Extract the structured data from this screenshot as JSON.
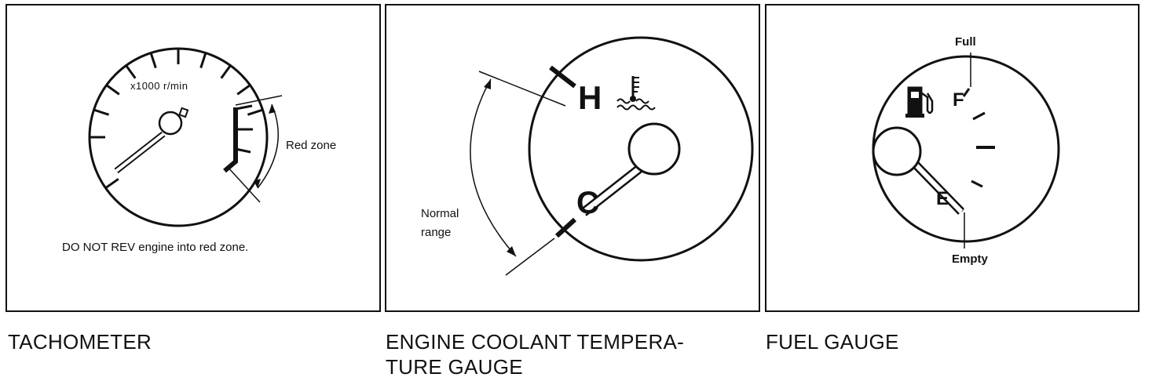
{
  "panels": [
    {
      "caption": "TACHOMETER",
      "scale_label": "x1000 r/min",
      "red_zone_label": "Red zone",
      "warning": "DO NOT REV engine into red zone."
    },
    {
      "caption_line1": "ENGINE COOLANT TEMPERA-",
      "caption_line2": "TURE GAUGE",
      "hot_mark": "H",
      "cold_mark": "C",
      "normal_label_line1": "Normal",
      "normal_label_line2": "range",
      "icon": "coolant-temperature-icon"
    },
    {
      "caption": "FUEL GAUGE",
      "full_mark": "F",
      "empty_mark": "E",
      "full_label": "Full",
      "empty_label": "Empty",
      "icon": "fuel-pump-icon"
    }
  ]
}
